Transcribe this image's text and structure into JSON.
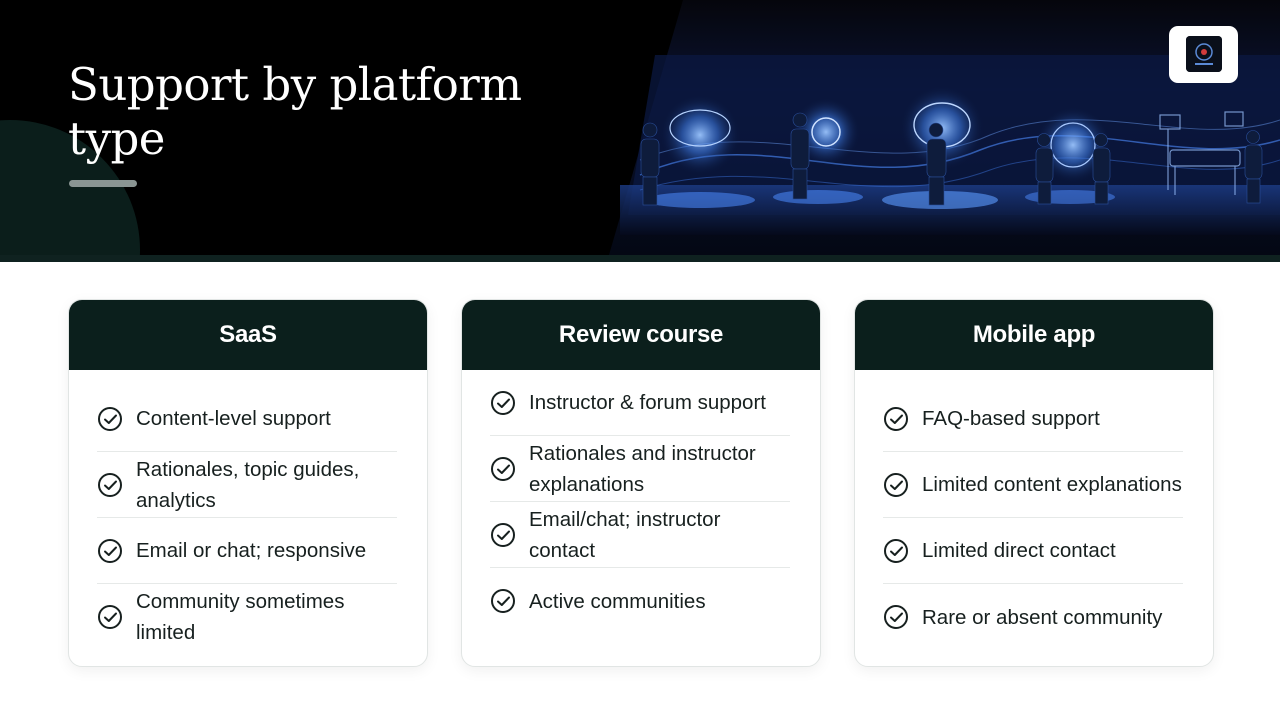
{
  "slide": {
    "title": "Support by platform type"
  },
  "colors": {
    "header_bg": "#000000",
    "card_header_bg": "#0b1f1c",
    "accent_bar": "#8a9593",
    "text": "#17201f",
    "banner_glow": "#4d8cff"
  },
  "icons": {
    "row_icon": "check-circle-icon",
    "logo": "brand-logo"
  },
  "cards": [
    {
      "title": "SaaS",
      "items": [
        "Content-level support",
        "Rationales, topic guides, analytics",
        "Email or chat; responsive",
        "Community sometimes limited"
      ]
    },
    {
      "title": "Review course",
      "items": [
        "Instructor & forum support",
        "Rationales and instructor explanations",
        "Email/chat; instructor contact",
        "Active communities"
      ]
    },
    {
      "title": "Mobile app",
      "items": [
        "FAQ-based support",
        "Limited content explanations",
        "Limited direct contact",
        "Rare or absent community"
      ]
    }
  ]
}
